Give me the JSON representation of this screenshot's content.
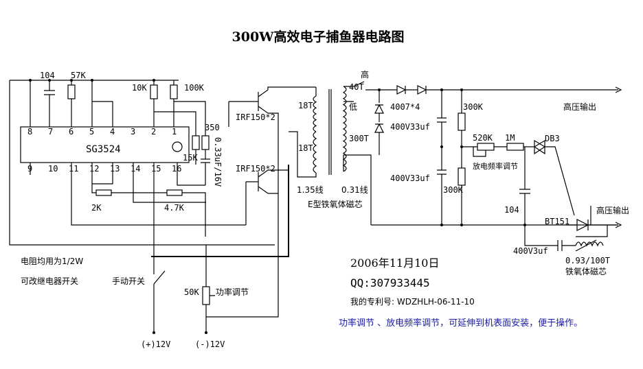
{
  "title": "300W高效电子捕鱼器电路图",
  "ic": {
    "name": "SG3524",
    "pins_top": [
      "8",
      "7",
      "6",
      "5",
      "4",
      "3",
      "2",
      "1"
    ],
    "pins_bottom": [
      "9",
      "10",
      "11",
      "12",
      "13",
      "14",
      "15",
      "16"
    ]
  },
  "labels": {
    "c104_top": "104",
    "r57k": "57K",
    "r10k": "10K",
    "r100k": "100K",
    "r350": "350",
    "r15k": "15K",
    "cap033": "0.33uF/16V",
    "r2k": "2K",
    "r47k": "4.7K",
    "irf_top": "IRF150*2",
    "irf_bottom": "IRF150*2",
    "n18t_top": "18T",
    "n18t_bottom": "18T",
    "wire135": "1.35线",
    "wire031": "0.31线",
    "n300t": "300T",
    "n40t": "40T",
    "high": "高",
    "low": "低",
    "diodes": "4007*4",
    "cap400_top": "400V33uf",
    "cap400_bottom": "400V33uf",
    "r300k_top": "300K",
    "r300k_bottom": "300K",
    "r520k": "520K",
    "r1m": "1M",
    "discharge_adj": "放电频率调节",
    "db3": "DB3",
    "c104_mid": "104",
    "bt151": "BT151",
    "cap400v3": "400V3uf",
    "hv_out_top": "高压输出",
    "hv_out_bottom": "高压输出",
    "core_label": "E型铁氧体磁芯",
    "ferrite": "0.93/100T",
    "ferrite_core": "铁氧体磁芯",
    "note_resistors": "电阻均用为1/2W",
    "note_relay": "可改继电器开关",
    "manual_switch": "手动开关",
    "r50k": "50K",
    "power_adj": "功率调节",
    "plus12": "(+)12V",
    "minus12": "(-)12V",
    "date": "2006年11月10日",
    "qq": "QQ:307933445",
    "patent": "我的专利号: WDZHLH-06-11-10",
    "footer_note": "功率调节 、放电频率调节，可延伸到机表面安装，便于操作。"
  },
  "colors": {
    "wire": "#000000",
    "footer_text": "#1a1aa8",
    "background": "#ffffff"
  }
}
